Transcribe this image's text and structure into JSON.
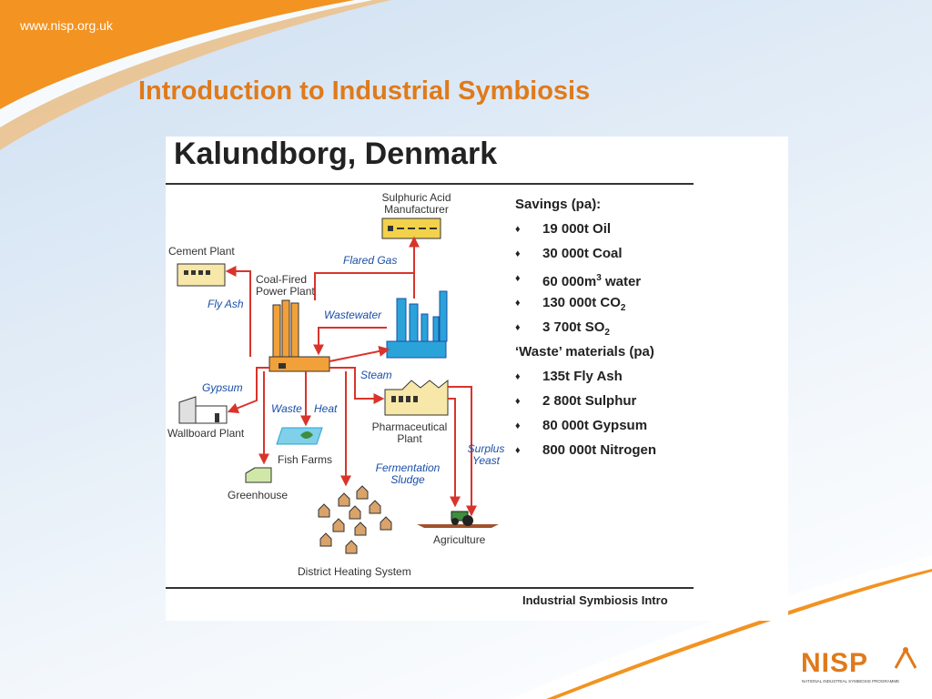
{
  "header": {
    "url": "www.nisp.org.uk",
    "title": "Introduction to Industrial Symbiosis"
  },
  "diagram": {
    "title": "Kalundborg, Denmark",
    "nodes": {
      "sulphuric_acid": [
        "Sulphuric Acid",
        "Manufacturer"
      ],
      "cement_plant": "Cement Plant",
      "power_plant": [
        "Coal-Fired",
        "Power Plant"
      ],
      "wallboard_plant": "Wallboard Plant",
      "fish_farms": "Fish Farms",
      "greenhouse": "Greenhouse",
      "pharmaceutical": [
        "Pharmaceutical",
        "Plant"
      ],
      "district_heating": "District Heating System",
      "agriculture": "Agriculture"
    },
    "flows": {
      "flared_gas": "Flared Gas",
      "fly_ash": "Fly Ash",
      "wastewater": "Wastewater",
      "gypsum": "Gypsum",
      "steam": "Steam",
      "waste_heat": [
        "Waste",
        "Heat"
      ],
      "fermentation_sludge": [
        "Fermentation",
        "Sludge"
      ],
      "surplus_yeast": [
        "Surplus",
        "Yeast"
      ]
    },
    "savings": {
      "heading": "Savings (pa):",
      "items": [
        {
          "text": "19 000t Oil"
        },
        {
          "text": "30 000t Coal"
        },
        {
          "text": "60 000m",
          "sup": "3",
          "after": " water"
        },
        {
          "text": "130 000t CO",
          "sub": "2"
        },
        {
          "text": "3 700t SO",
          "sub": "2"
        }
      ]
    },
    "waste_materials": {
      "heading": "‘Waste’ materials (pa)",
      "items": [
        {
          "text": "135t Fly Ash"
        },
        {
          "text": "2 800t Sulphur"
        },
        {
          "text": "80 000t Gypsum"
        },
        {
          "text": "800 000t Nitrogen"
        }
      ]
    },
    "bullet": "♦",
    "footer": "Industrial Symbiosis Intro"
  },
  "logo": {
    "name": "NISP",
    "subtitle": "NATIONAL INDUSTRIAL SYMBIOSIS PROGRAMME"
  },
  "colors": {
    "accent_orange": "#e07a1a",
    "arrow_red": "#d9342b",
    "flow_blue": "#1a4fa8",
    "plant_blue": "#2aa3d8"
  }
}
